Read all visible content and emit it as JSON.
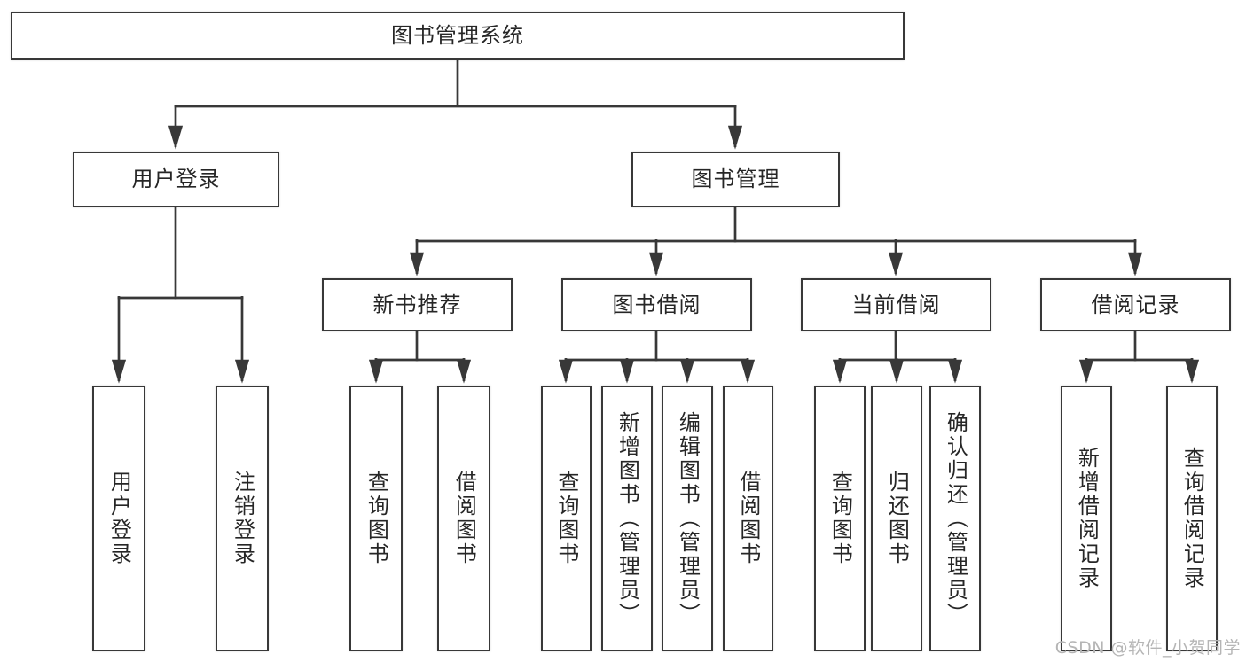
{
  "diagram": {
    "root": {
      "label": "图书管理系统"
    },
    "level2": [
      {
        "id": "user-login",
        "label": "用户登录"
      },
      {
        "id": "book-management",
        "label": "图书管理"
      }
    ],
    "level3": [
      {
        "id": "new-book-recommend",
        "label": "新书推荐",
        "parent": "图书管理"
      },
      {
        "id": "book-borrow",
        "label": "图书借阅",
        "parent": "图书管理"
      },
      {
        "id": "current-borrow",
        "label": "当前借阅",
        "parent": "图书管理"
      },
      {
        "id": "borrow-records",
        "label": "借阅记录",
        "parent": "图书管理"
      }
    ],
    "leaves": [
      {
        "label": "用户登录",
        "parent": "用户登录"
      },
      {
        "label": "注销登录",
        "parent": "用户登录"
      },
      {
        "label": "查询图书",
        "parent": "新书推荐"
      },
      {
        "label": "借阅图书",
        "parent": "新书推荐"
      },
      {
        "label": "查询图书",
        "parent": "图书借阅"
      },
      {
        "label": "新增图书（管理员）",
        "parent": "图书借阅"
      },
      {
        "label": "编辑图书（管理员）",
        "parent": "图书借阅"
      },
      {
        "label": "借阅图书",
        "parent": "图书借阅"
      },
      {
        "label": "查询图书",
        "parent": "当前借阅"
      },
      {
        "label": "归还图书",
        "parent": "当前借阅"
      },
      {
        "label": "确认归还（管理员）",
        "parent": "当前借阅"
      },
      {
        "label": "新增借阅记录",
        "parent": "借阅记录"
      },
      {
        "label": "查询借阅记录",
        "parent": "借阅记录"
      }
    ],
    "colors": {
      "line": "#383838",
      "box_border": "#383838",
      "box_background": "#ffffff",
      "text": "#262626"
    }
  },
  "watermark": {
    "text": "CSDN @软件_小贺同学",
    "color": "#b5b5b5"
  }
}
